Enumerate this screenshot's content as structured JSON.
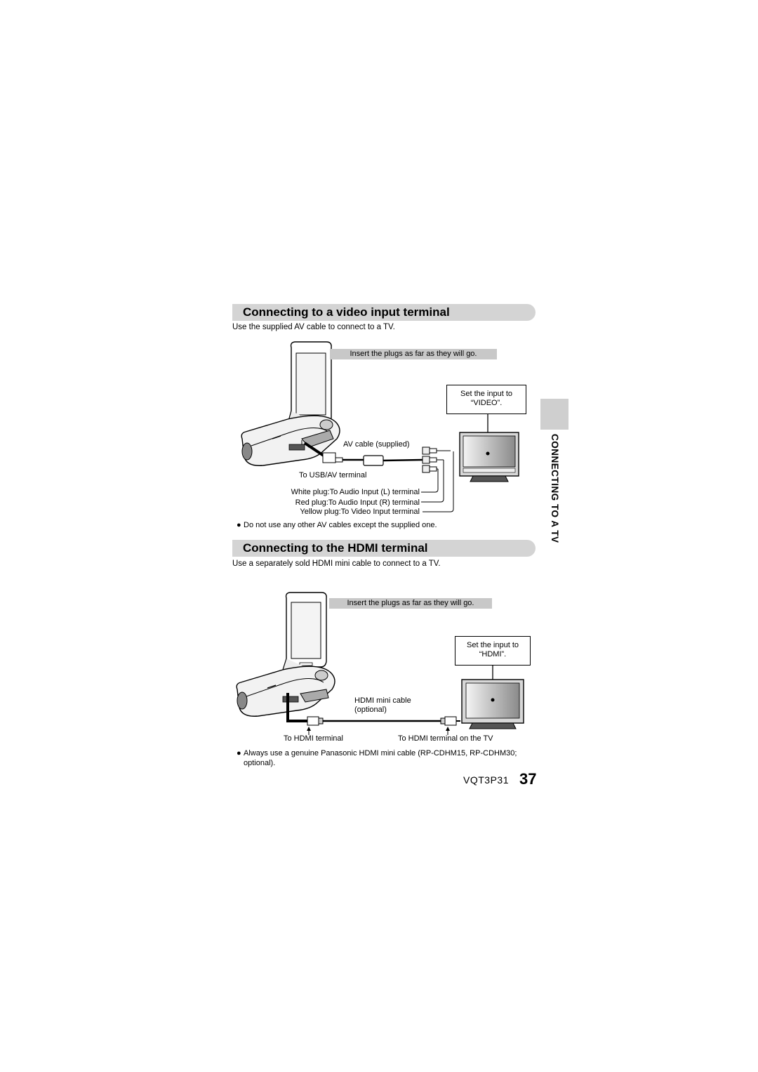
{
  "sections": [
    {
      "title": "Connecting to a video input terminal",
      "intro": "Use the supplied AV cable to connect to a TV.",
      "note": "Insert the plugs as far as they will go.",
      "callout": [
        "Set the input to",
        "“VIDEO”."
      ],
      "labels": {
        "cable": "AV cable (supplied)",
        "terminal": "To USB/AV terminal",
        "white_plug": "White plug:To Audio Input (L) terminal",
        "red_plug": "Red plug:To Audio Input (R) terminal",
        "yellow_plug": "Yellow plug:To Video Input terminal"
      },
      "bullet": "Do not use any other AV cables except the supplied one."
    },
    {
      "title": "Connecting to the HDMI terminal",
      "intro": "Use a separately sold HDMI mini cable to connect to a TV.",
      "note": "Insert the plugs as far as they will go.",
      "callout": [
        "Set the input to",
        "“HDMI”."
      ],
      "labels": {
        "cable_line1": "HDMI mini cable",
        "cable_line2": "(optional)",
        "terminal": "To HDMI terminal",
        "tv_terminal": "To HDMI terminal on the TV"
      },
      "bullet": "Always use a genuine Panasonic HDMI mini cable (RP-CDHM15, RP-CDHM30; optional)."
    }
  ],
  "side_title": "CONNECTING TO A TV",
  "footer": {
    "model": "VQT3P31",
    "page": "37"
  },
  "bullet_glyph": "●"
}
